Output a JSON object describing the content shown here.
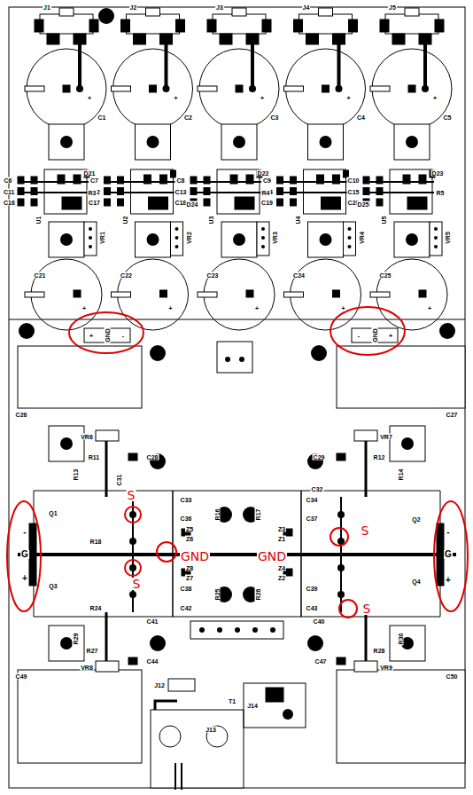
{
  "diagram": {
    "labels": [
      "J1",
      "J2",
      "J3",
      "J4",
      "J5",
      "C1",
      "C2",
      "C3",
      "C4",
      "C5",
      "+",
      "+",
      "+",
      "+",
      "+",
      "C6",
      "C11",
      "C16",
      "C7",
      "C12",
      "C17",
      "C8",
      "C13",
      "C18",
      "C9",
      "C14",
      "C19",
      "C10",
      "C15",
      "C20",
      "U1",
      "U2",
      "U3",
      "U4",
      "U5",
      "VR1",
      "VR2",
      "VR3",
      "VR4",
      "VR5",
      "D21",
      "R3",
      "D24",
      "D22",
      "R4",
      "D25",
      "D23",
      "R5",
      "C21",
      "C22",
      "C23",
      "C24",
      "C25",
      "+",
      "+",
      "+",
      "+",
      "+",
      "+",
      "GND",
      "-",
      "-",
      "GND",
      "+",
      "C26",
      "C27",
      "VR6",
      "VR7",
      "R11",
      "R12",
      "C28",
      "C29",
      "R13",
      "R14",
      "C31",
      "C32",
      "Q1",
      "Q2",
      "C33",
      "C34",
      "R16",
      "R17",
      "C36",
      "C37",
      "R18",
      "Z5",
      "Z6",
      "Z3",
      "Z1",
      "Z8",
      "Z7",
      "Z4",
      "Z2",
      "C38",
      "C39",
      "R25",
      "R26",
      "Q3",
      "Q4",
      "C42",
      "C43",
      "R24",
      "C41",
      "C40",
      "R29",
      "R30",
      "R27",
      "R28",
      "VR8",
      "VR9",
      "C44",
      "C47",
      "C49",
      "C50",
      "J12",
      "T1",
      "J14",
      "J13",
      "-",
      "G",
      "+",
      "-",
      "G",
      "+",
      "S",
      "S",
      "GND",
      "GND",
      "S",
      "S"
    ]
  }
}
